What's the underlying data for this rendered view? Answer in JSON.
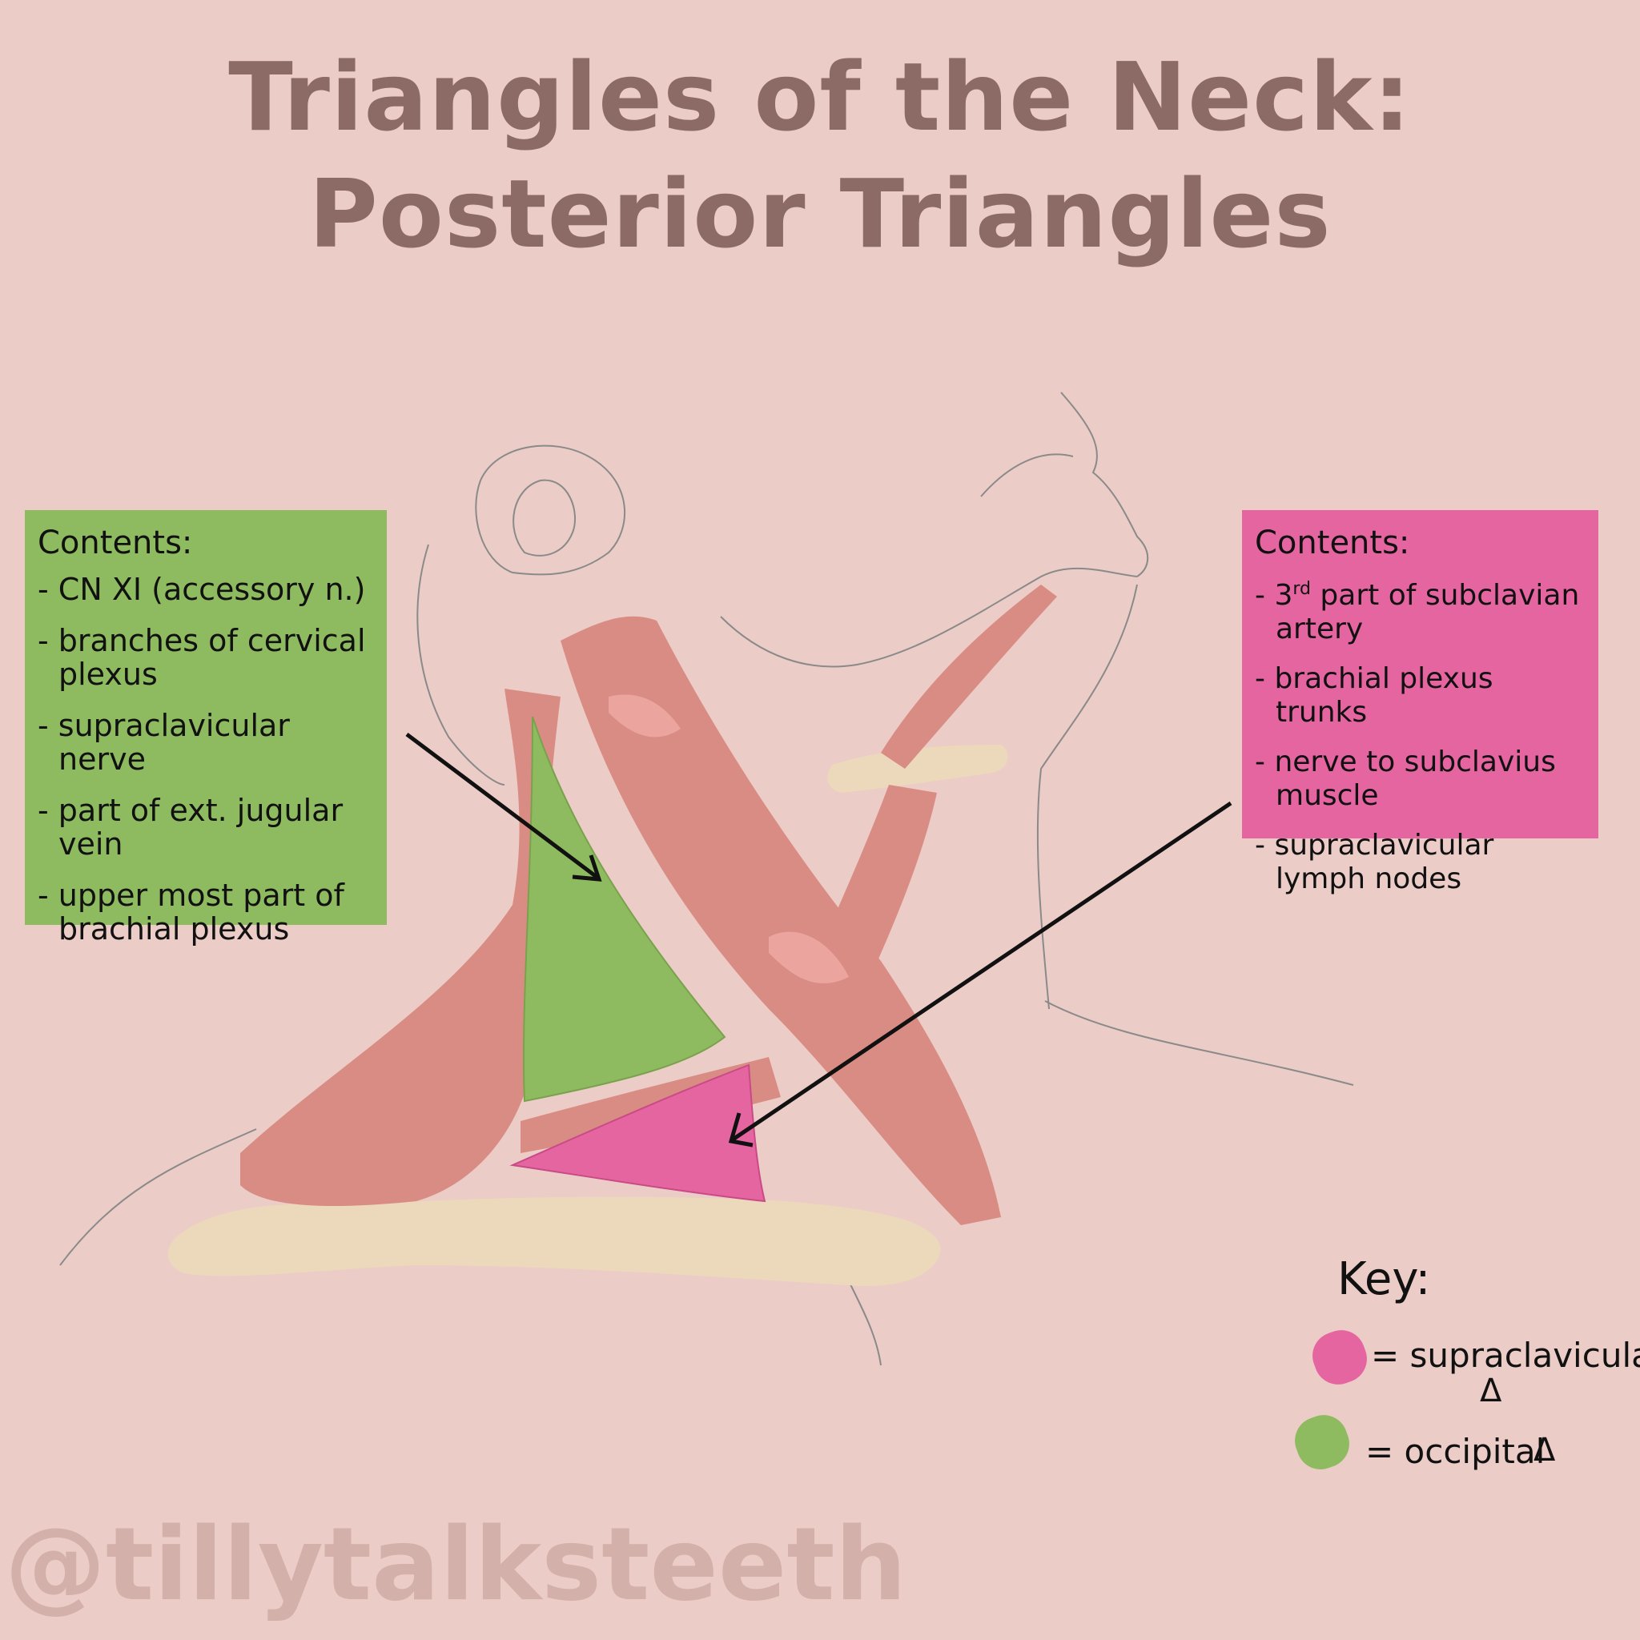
{
  "title": {
    "line1": "Triangles of the Neck:",
    "line2": "Posterior Triangles"
  },
  "occipital_box": {
    "heading": "Contents:",
    "items": [
      "CN XI (accessory n.)",
      "branches of cervical plexus",
      "supraclavicular nerve",
      "part of ext. jugular vein",
      "upper most part of brachial plexus"
    ],
    "color": "#8fbb60"
  },
  "supraclavicular_box": {
    "heading": "Contents:",
    "item1_ordinal": "3",
    "item1_suffix": "rd",
    "item1_rest": "part of subclavian artery",
    "items": [
      "brachial plexus trunks",
      "nerve to subclavius muscle",
      "supraclavicular lymph nodes"
    ],
    "color": "#e565a0"
  },
  "key": {
    "title": "Key:",
    "supraclavicular_label": "= supraclavicular",
    "occipital_label": "= occipital",
    "triangle_symbol": "Δ"
  },
  "watermark": "@tillytalksteeth",
  "colors": {
    "background": "#ecccc6",
    "title": "#8c6a66",
    "muscle": "#d98c83",
    "muscle_light": "#f0aaa5",
    "bone": "#ecd9bb",
    "occipital": "#8fbb60",
    "supraclavicular": "#e565a0",
    "watermark": "#d4b0ab"
  }
}
